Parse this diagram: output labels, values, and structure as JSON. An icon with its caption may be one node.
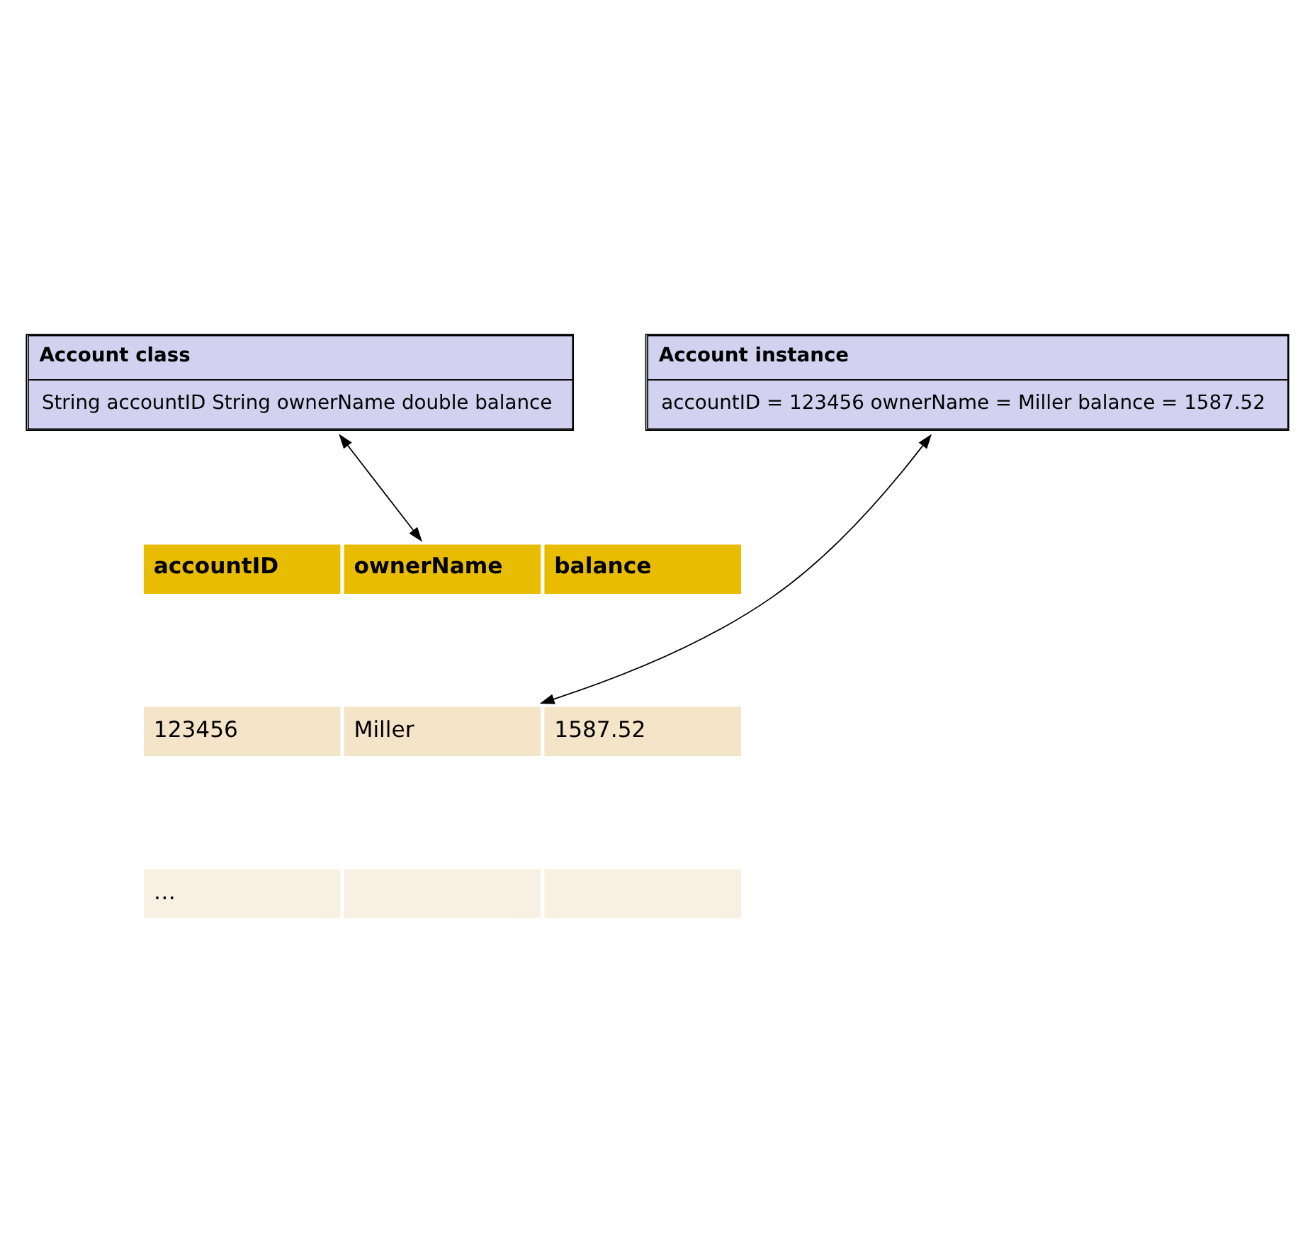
{
  "diagram": {
    "nodes": [
      {
        "text": [
          "Account class",
          "String accountID String ownerName double balance"
        ]
      },
      {
        "text": [
          "Account instance",
          "accountID = 123456 ownerName = Miller balance = 1587.52"
        ]
      },
      {
        "text": [
          "accountID",
          "ownerName",
          "balance"
        ]
      },
      {
        "text": [
          "123456",
          "Miller",
          "1587.52"
        ]
      },
      {
        "text": [
          "…"
        ]
      }
    ],
    "edges": [
      {
        "from": 0,
        "to": 2,
        "arrow": "both"
      },
      {
        "from": 1,
        "to": 3,
        "arrow": "both"
      }
    ]
  }
}
